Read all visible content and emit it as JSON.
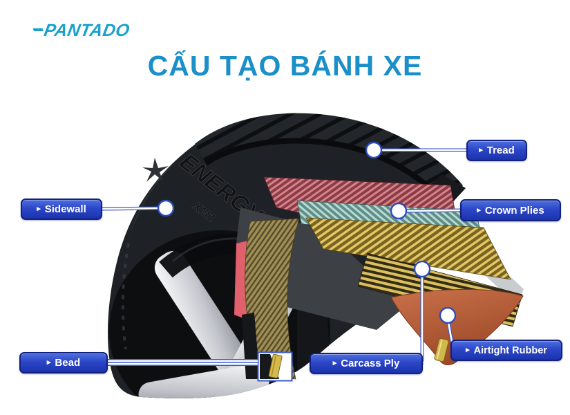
{
  "header": {
    "logo": "PANTADO",
    "title": "CẤU TẠO BÁNH XE"
  },
  "diagram": {
    "label_arrow_icon": "▸",
    "labels": {
      "tread": "Tread",
      "crown_plies": "Crown Plies",
      "sidewall": "Sidewall",
      "bead": "Bead",
      "carcass_ply": "Carcass Ply",
      "airtight_rubber": "Airtight Rubber"
    },
    "tire_markings": {
      "primary": "ENERGY",
      "secondary": "XM1"
    }
  },
  "colors": {
    "title_blue": "#1b8fc9",
    "logo_cyan": "#18a2cc",
    "label_blue": "#2c46c8",
    "label_border": "#12207e",
    "connector_blue": "#3c5ac8",
    "tire_black": "#1e2125",
    "belt_red": "#8f3a44",
    "crown_ply_teal": "#5d8f88",
    "belt_gold": "#c9a93f",
    "carcass_gold": "#dcc05e",
    "airtight_orange": "#b85c3a",
    "bead_gold": "#d2b84a"
  }
}
